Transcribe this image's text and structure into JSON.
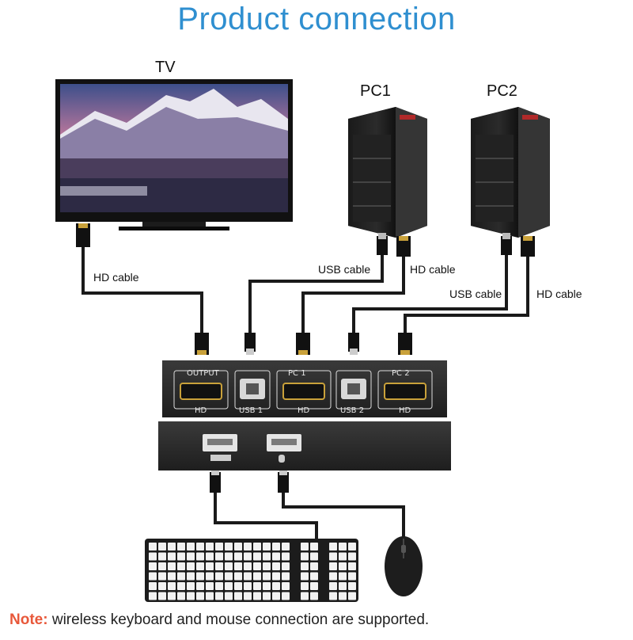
{
  "title": "Product connection",
  "devices": {
    "tv": "TV",
    "pc1": "PC1",
    "pc2": "PC2"
  },
  "cables": {
    "tv_hd": "HD cable",
    "pc1_usb": "USB cable",
    "pc1_hd": "HD cable",
    "pc2_usb": "USB cable",
    "pc2_hd": "HD cable"
  },
  "switch_ports": {
    "output": "OUTPUT",
    "pc1": "PC 1",
    "pc2": "PC 2",
    "hd": "HD",
    "usb1": "USB 1",
    "usb2": "USB 2"
  },
  "note": {
    "key": "Note:",
    "text": "wireless keyboard and mouse connection are supported."
  },
  "colors": {
    "title": "#2f8fd0",
    "note_key": "#e8583a",
    "switch_body": "#2a2a2a",
    "hdmi_gold": "#c9a13a"
  },
  "icons": [
    "tv-icon",
    "pc-tower-icon",
    "keyboard-icon",
    "mouse-icon",
    "hdmi-connector-icon",
    "usb-connector-icon"
  ]
}
